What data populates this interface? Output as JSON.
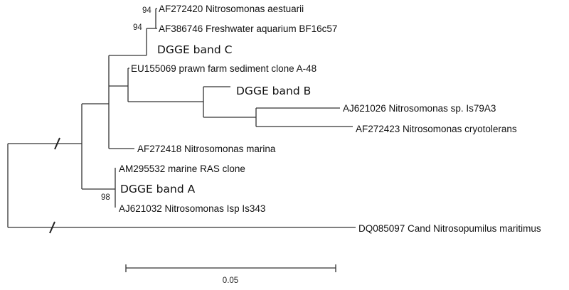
{
  "taxa": {
    "t1": "AF272420 Nitrosomonas aestuarii",
    "t2": "AF386746 Freshwater aquarium BF16c57",
    "t3": "DGGE band C",
    "t4": "EU155069 prawn farm sediment clone A-48",
    "t5": "DGGE band B",
    "t6": "AJ621026 Nitrosomonas sp. Is79A3",
    "t7": "AF272423 Nitrosomonas cryotolerans",
    "t8": "AF272418 Nitrosomonas marina",
    "t9": "AM295532 marine RAS clone",
    "t10": "DGGE band A",
    "t11": "AJ621032 Nitrosomonas Isp Is343",
    "t12": "DQ085097 Cand Nitrosopumilus maritimus"
  },
  "bootstrap": {
    "b1": "94",
    "b2": "94",
    "b3": "98"
  },
  "scale_bar": {
    "label": "0.05"
  }
}
